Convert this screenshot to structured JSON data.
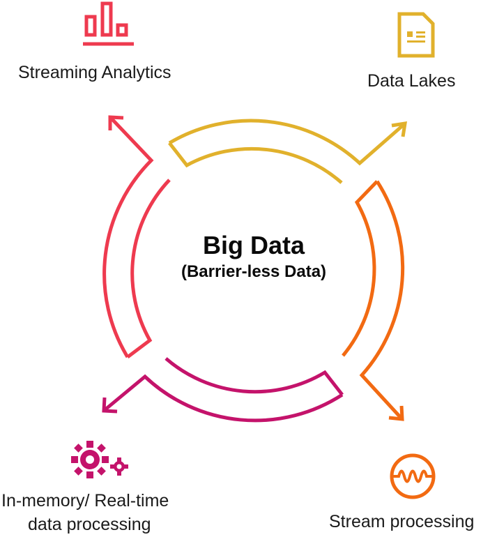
{
  "center": {
    "title": "Big Data",
    "subtitle": "(Barrier-less Data)"
  },
  "nodes": {
    "streaming_analytics": "Streaming Analytics",
    "data_lakes": "Data Lakes",
    "stream_processing": "Stream processing",
    "in_memory_line1": "In-memory/ Real-time",
    "in_memory_line2": "data processing"
  },
  "colors": {
    "red": "#ee3a4f",
    "yellow": "#e1b12c",
    "orange": "#f26a12",
    "magenta": "#c4136b",
    "text": "#1a1a1a"
  },
  "icons": {
    "streaming_analytics": "bar-chart-icon",
    "data_lakes": "document-icon",
    "stream_processing": "waveform-icon",
    "in_memory": "gears-icon"
  }
}
